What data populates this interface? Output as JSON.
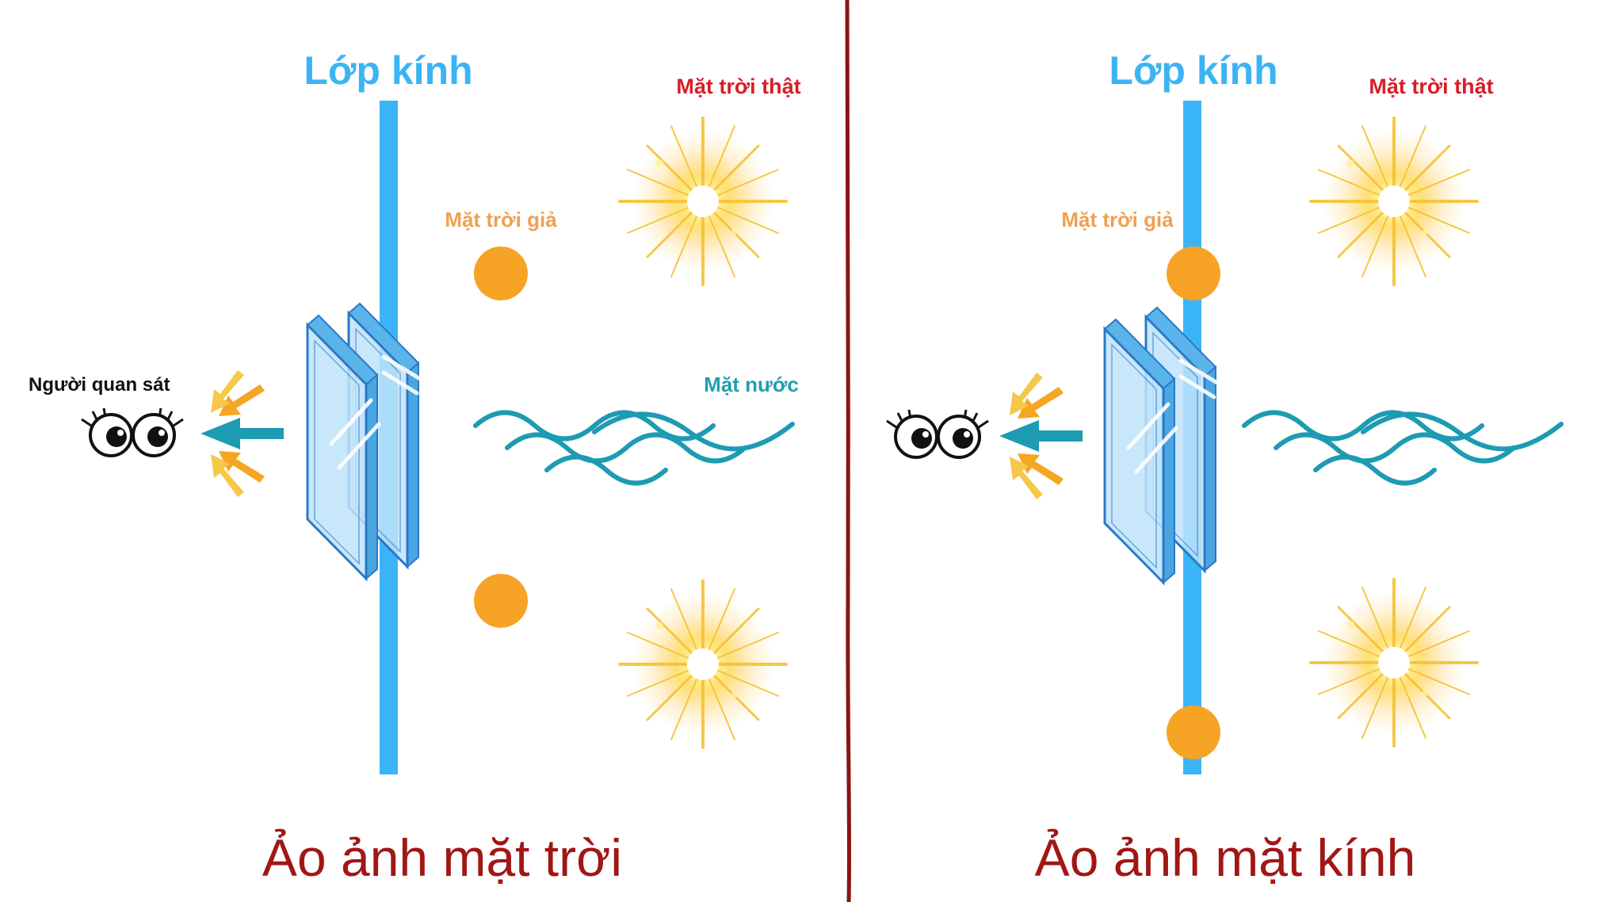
{
  "colors": {
    "glass_line": "#3ab4f8",
    "fake_sun": "#f7a325",
    "water": "#1d9bb2",
    "divider": "#8a1410",
    "caption": "#a11616",
    "true_sun_label": "#d81e28",
    "fake_sun_label": "#f0a050",
    "glass_title": "#3cb4f4"
  },
  "icons": [
    "eyes-icon",
    "sun-glow-icon",
    "glass-pane-icon",
    "wave-icon",
    "arrow-icon"
  ],
  "left_panel": {
    "glass_title": "Lớp kính",
    "true_sun_label": "Mặt trời thật",
    "fake_sun_label": "Mặt trời giả",
    "water_label": "Mặt nước",
    "observer_label": "Người quan sát",
    "caption": "Ảo ảnh mặt trời"
  },
  "right_panel": {
    "glass_title": "Lớp kính",
    "true_sun_label": "Mặt trời thật",
    "fake_sun_label": "Mặt trời giả",
    "caption": "Ảo ảnh mặt kính"
  }
}
